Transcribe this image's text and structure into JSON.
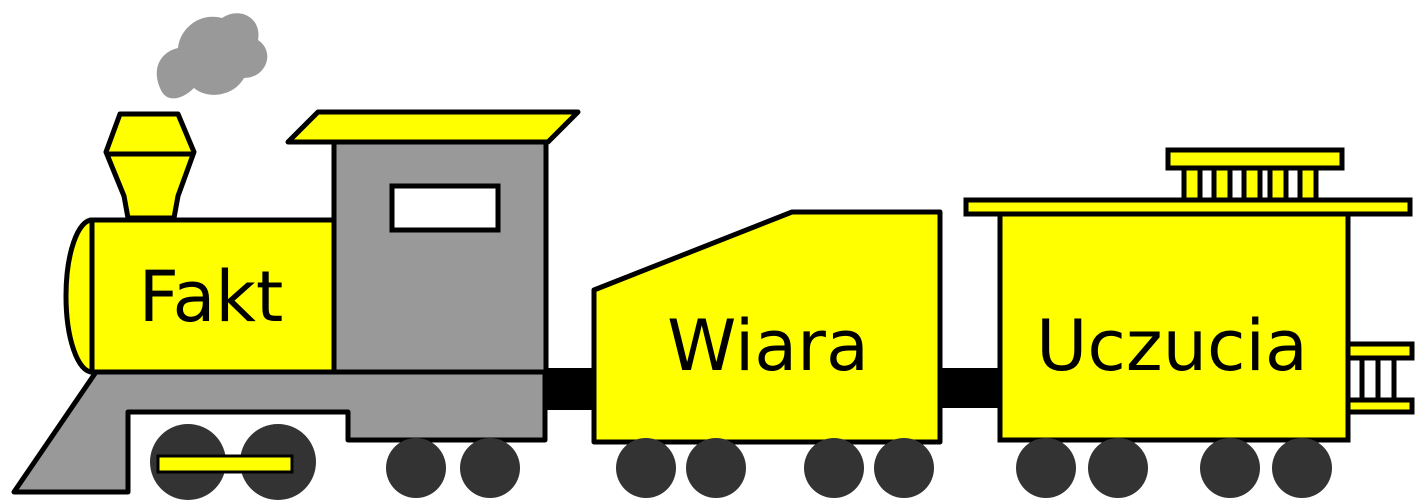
{
  "train": {
    "cars": [
      {
        "label": "Fakt"
      },
      {
        "label": "Wiara"
      },
      {
        "label": "Uczucia"
      }
    ]
  },
  "colors": {
    "body": "#ffff00",
    "cab": "#999999",
    "smoke": "#999999",
    "wheel": "#333333",
    "outline": "#000000",
    "background": "#ffffff"
  }
}
